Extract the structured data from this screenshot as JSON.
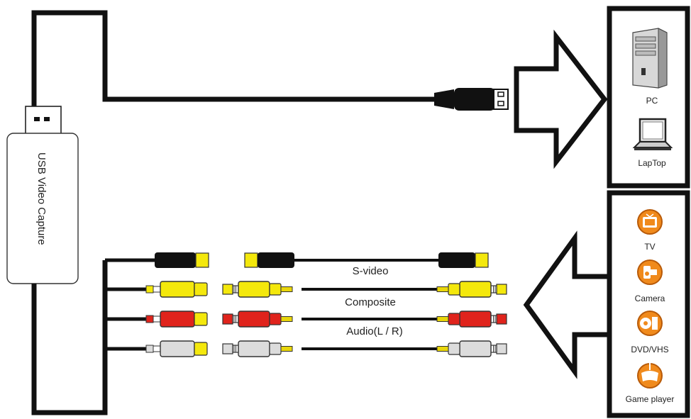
{
  "device": {
    "label": "USB Video Capture"
  },
  "cables": {
    "svideo_label": "S-video",
    "composite_label": "Composite",
    "audio_label": "Audio(L / R)"
  },
  "targets": {
    "pc_label": "PC",
    "laptop_label": "LapTop"
  },
  "sources": {
    "tv_label": "TV",
    "camera_label": "Camera",
    "dvd_label": "DVD/VHS",
    "game_label": "Game player"
  },
  "colors": {
    "video_yellow": "#f4e80c",
    "audio_red": "#e0231c",
    "audio_white": "#dcdcdc",
    "svideo_black": "#111111",
    "source_icon_orange": "#f08a1c"
  }
}
